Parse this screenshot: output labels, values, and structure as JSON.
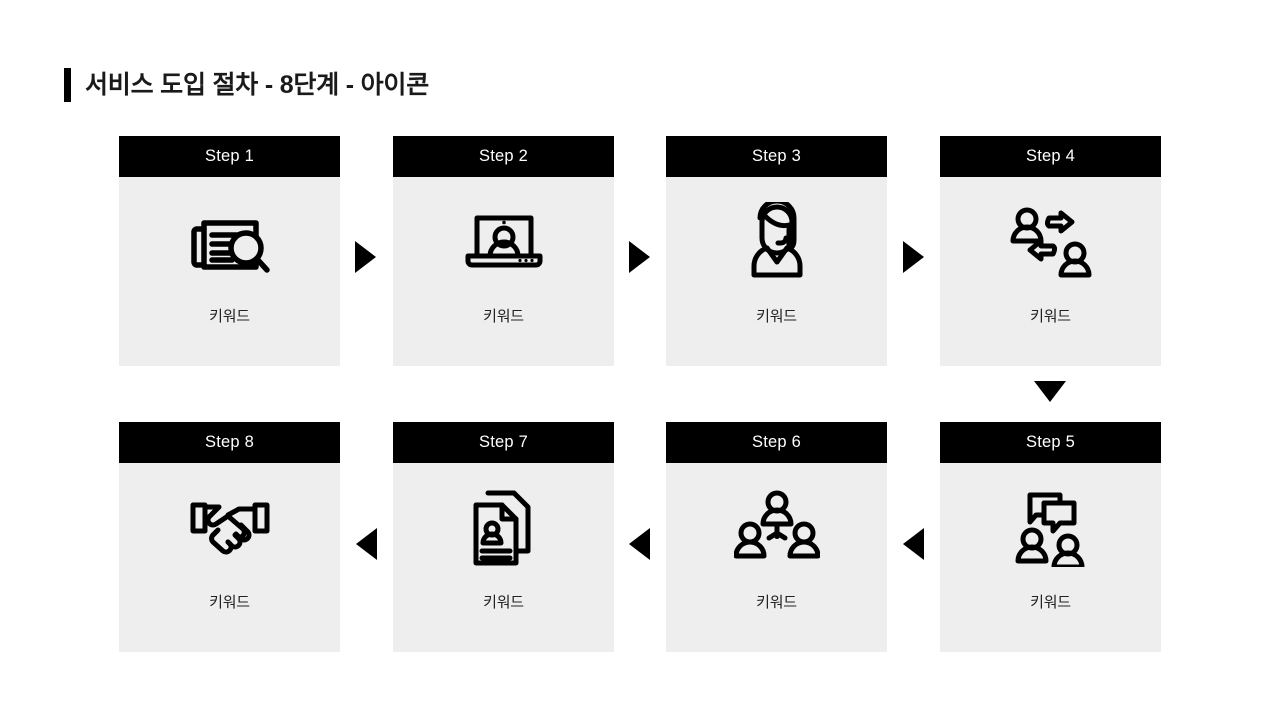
{
  "page": {
    "title": "서비스 도입 절차 - 8단계 - 아이콘",
    "background_color": "#FFFFFF",
    "accent_color": "#000000",
    "card_body_color": "#EEEEEE"
  },
  "diagram": {
    "type": "process-flow",
    "layout": "serpentine-2-rows-4-columns",
    "step_count": 8,
    "steps": [
      {
        "header": "Step 1",
        "keyword": "키워드",
        "icon": "document-search-icon",
        "row": 1,
        "col": 1
      },
      {
        "header": "Step 2",
        "keyword": "키워드",
        "icon": "laptop-person-icon",
        "row": 1,
        "col": 2
      },
      {
        "header": "Step 3",
        "keyword": "키워드",
        "icon": "headset-agent-icon",
        "row": 1,
        "col": 3
      },
      {
        "header": "Step 4",
        "keyword": "키워드",
        "icon": "people-exchange-icon",
        "row": 1,
        "col": 4
      },
      {
        "header": "Step 5",
        "keyword": "키워드",
        "icon": "people-chat-icon",
        "row": 2,
        "col": 4
      },
      {
        "header": "Step 6",
        "keyword": "키워드",
        "icon": "team-network-icon",
        "row": 2,
        "col": 3
      },
      {
        "header": "Step 7",
        "keyword": "키워드",
        "icon": "profile-documents-icon",
        "row": 2,
        "col": 2
      },
      {
        "header": "Step 8",
        "keyword": "키워드",
        "icon": "handshake-icon",
        "row": 2,
        "col": 1
      }
    ],
    "connectors": [
      {
        "name": "arrow-step1-to-step2",
        "direction": "right"
      },
      {
        "name": "arrow-step2-to-step3",
        "direction": "right"
      },
      {
        "name": "arrow-step3-to-step4",
        "direction": "right"
      },
      {
        "name": "arrow-step4-to-step5",
        "direction": "down"
      },
      {
        "name": "arrow-step5-to-step6",
        "direction": "left"
      },
      {
        "name": "arrow-step6-to-step7",
        "direction": "left"
      },
      {
        "name": "arrow-step7-to-step8",
        "direction": "left"
      }
    ]
  }
}
